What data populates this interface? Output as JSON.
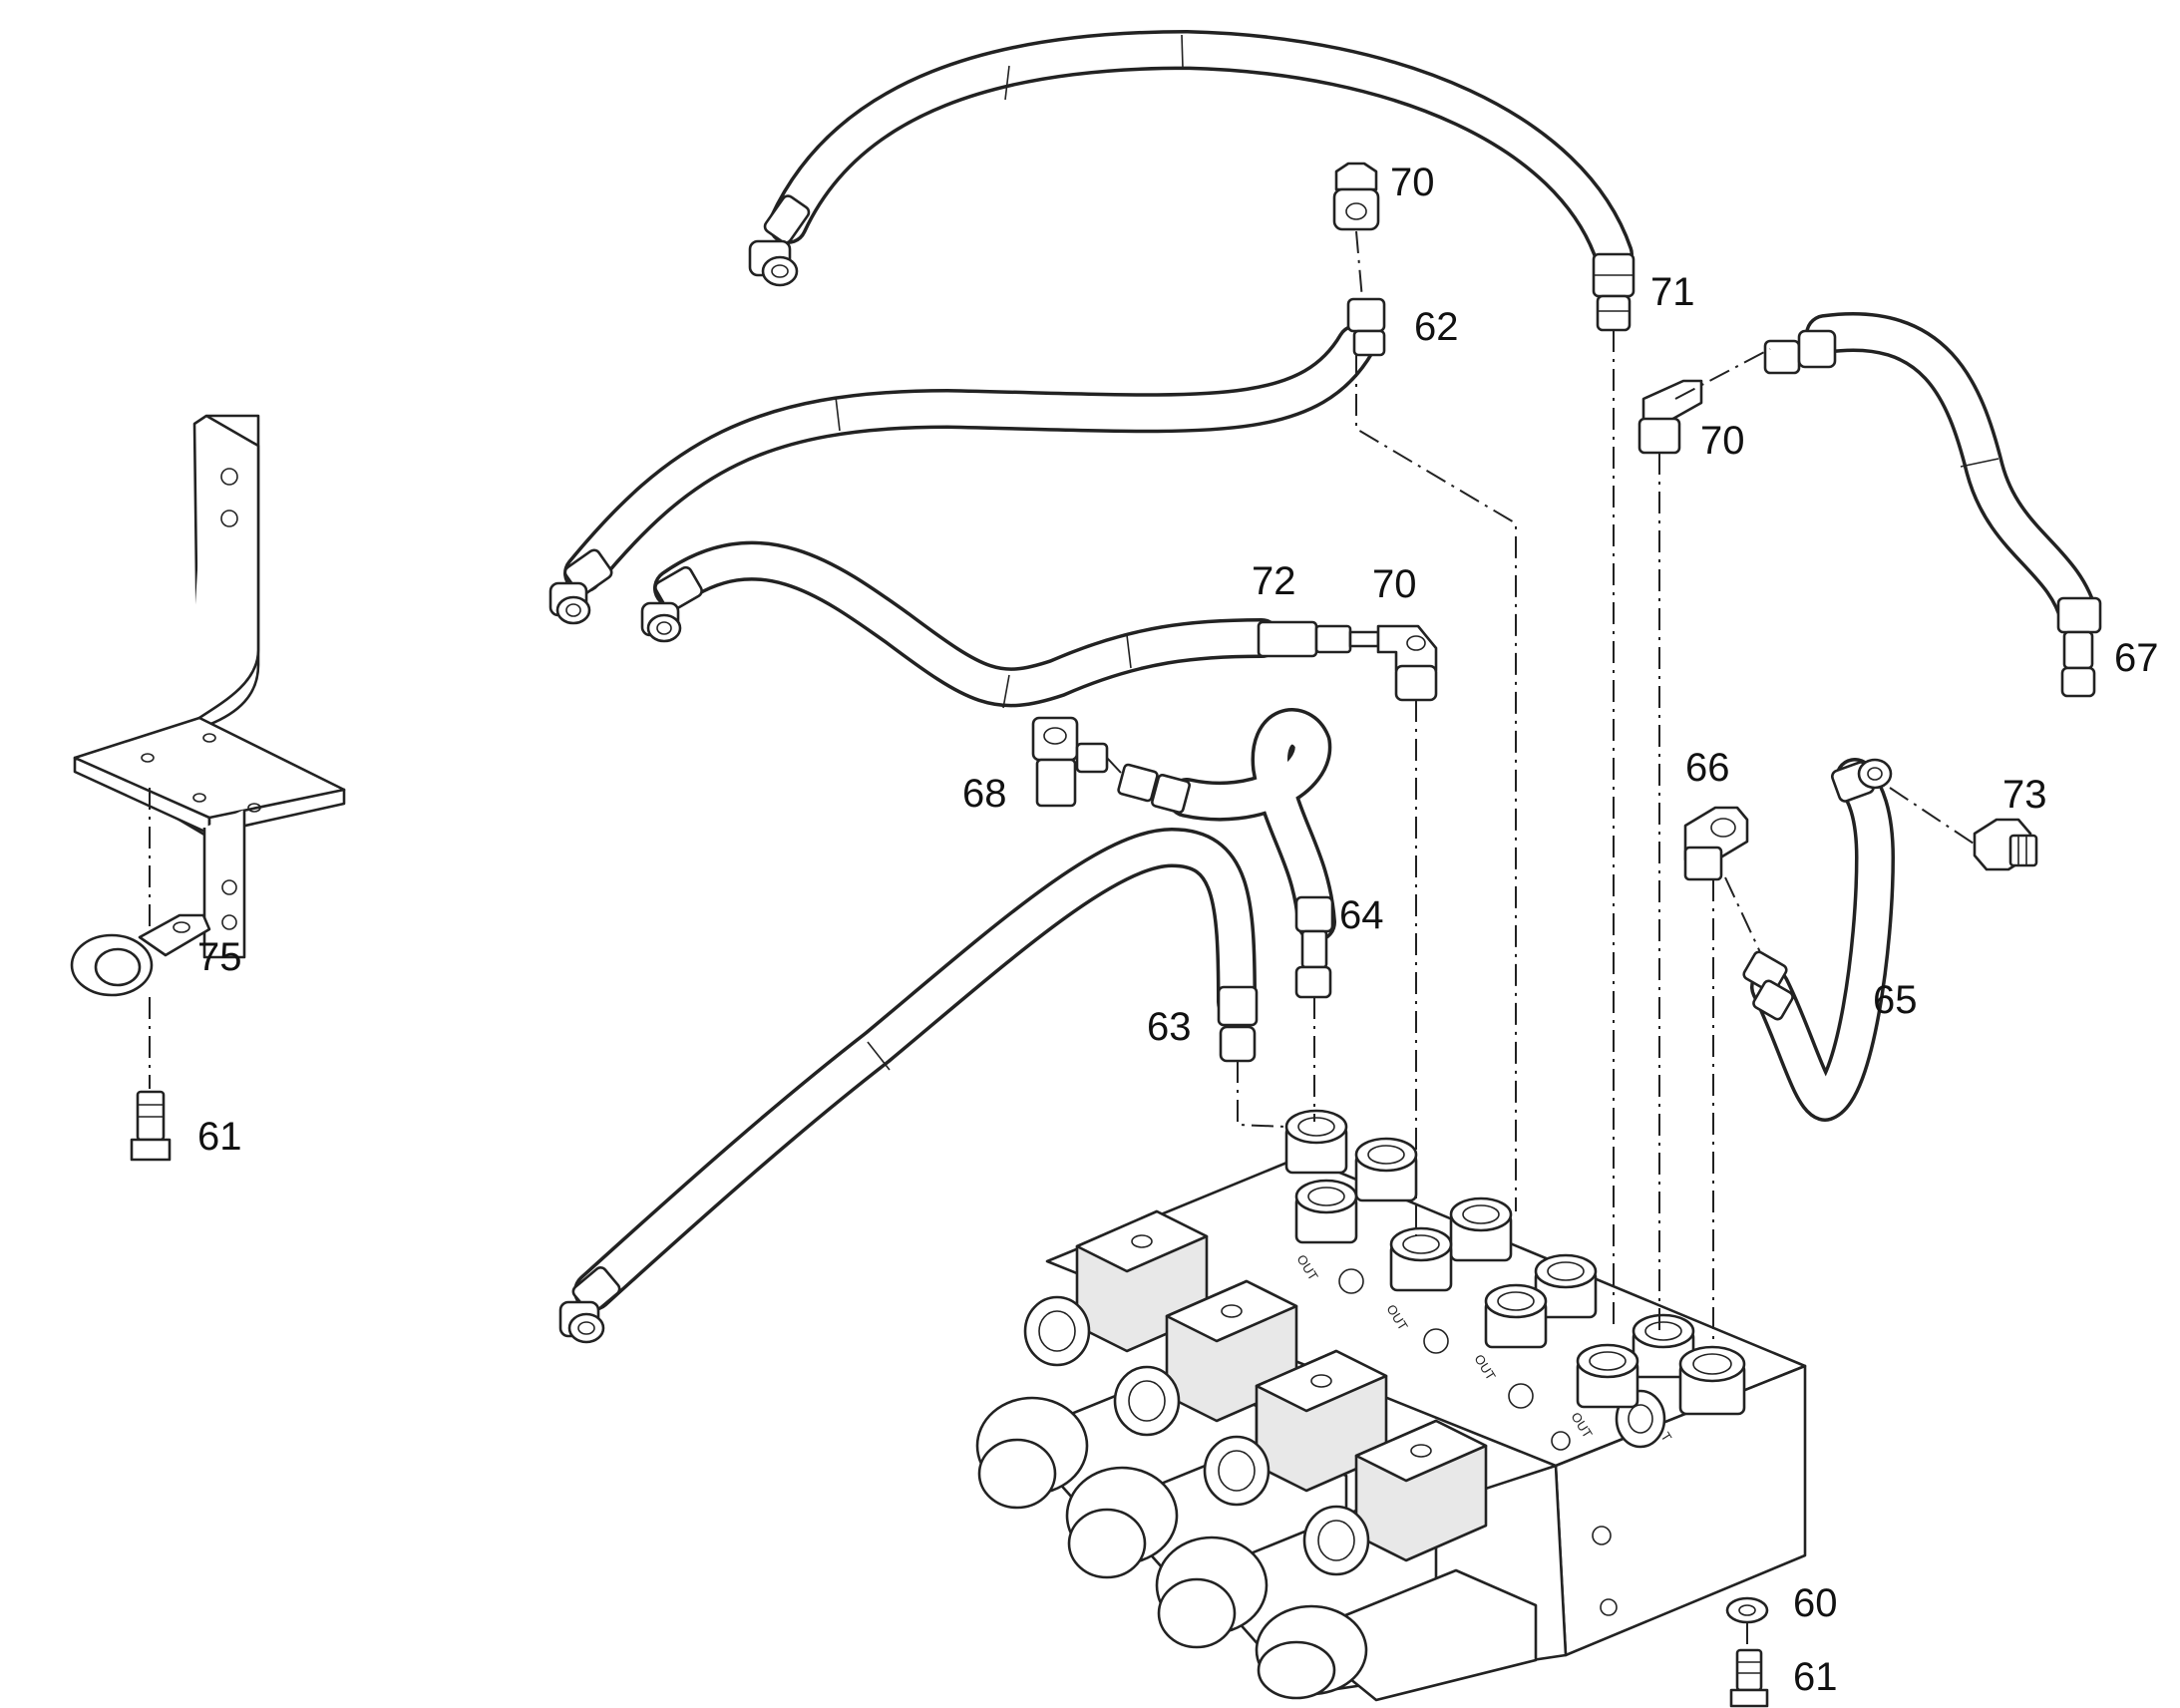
{
  "callouts": [
    {
      "id": "c70a",
      "text": "70"
    },
    {
      "id": "c71",
      "text": "71"
    },
    {
      "id": "c62",
      "text": "62"
    },
    {
      "id": "c70b",
      "text": "70"
    },
    {
      "id": "c72",
      "text": "72"
    },
    {
      "id": "c70c",
      "text": "70"
    },
    {
      "id": "c67",
      "text": "67"
    },
    {
      "id": "c66",
      "text": "66"
    },
    {
      "id": "c73",
      "text": "73"
    },
    {
      "id": "c68",
      "text": "68"
    },
    {
      "id": "c64",
      "text": "64"
    },
    {
      "id": "c75",
      "text": "75"
    },
    {
      "id": "c65",
      "text": "65"
    },
    {
      "id": "c63",
      "text": "63"
    },
    {
      "id": "c61a",
      "text": "61"
    },
    {
      "id": "c60",
      "text": "60"
    },
    {
      "id": "c61b",
      "text": "61"
    }
  ],
  "valve_port_markings": [
    "OUT",
    "OUT",
    "OUT",
    "OUT",
    "T"
  ]
}
